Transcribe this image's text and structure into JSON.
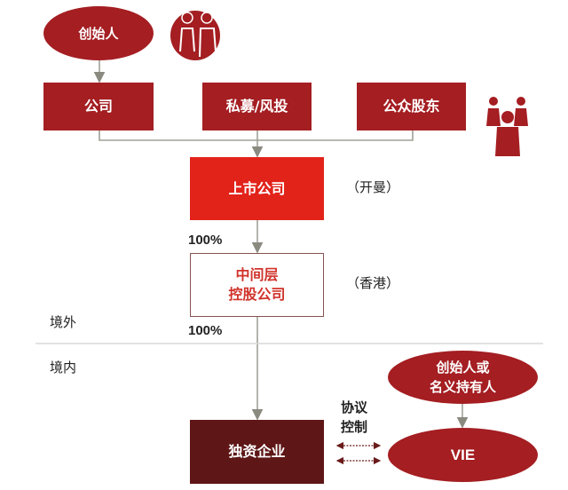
{
  "colors": {
    "dark_red": "#a41e22",
    "bright_red": "#e2231a",
    "maroon": "#5e1616",
    "line": "#a0a098"
  },
  "founder": "创始人",
  "row": {
    "company": "公司",
    "pe_vc": "私募/风投",
    "public_shareholders": "公众股东"
  },
  "listed_company": {
    "label": "上市公司",
    "note": "（开曼）"
  },
  "intermediate": {
    "line1": "中间层",
    "line2": "控股公司",
    "note": "（香港）"
  },
  "pct_top": "100%",
  "pct_bottom": "100%",
  "region_offshore": "境外",
  "region_onshore": "境内",
  "wfoe": "独资企业",
  "agreement": {
    "line1": "协议",
    "line2": "控制"
  },
  "nominee": {
    "line1": "创始人或",
    "line2": "名义持有人"
  },
  "vie": "VIE",
  "icons": [
    "founders-people-icon",
    "group-people-icon"
  ]
}
